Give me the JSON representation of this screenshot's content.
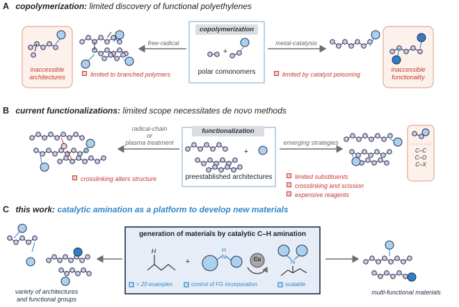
{
  "sectionA": {
    "letter": "A",
    "title": "copolymerization:",
    "subtitle": "limited discovery of functional polyethylenes",
    "center_title": "copolymerization",
    "center_caption": "polar comonomers",
    "plus": "+",
    "left_arrow_label": "free-radical",
    "right_arrow_label": "metal-catalysis",
    "left_box_label": "inaccessible architectures",
    "right_box_label": "inaccessible functionality",
    "left_limitation": "limited to branched polymers",
    "right_limitation": "limited by catalyst poisoning"
  },
  "sectionB": {
    "letter": "B",
    "title": "current functionalizations:",
    "subtitle": "limited scope necessitates de novo methods",
    "center_title": "functionalization",
    "center_caption": "preestablished architectures",
    "plus": "+",
    "left_arrow_label_1": "radical-chain",
    "left_arrow_label_2": "or",
    "left_arrow_label_3": "plasma treatment",
    "right_arrow_label": "emerging strategies",
    "left_limitation": "crosslinking alters structure",
    "right_limitations": [
      "limited substituents",
      "crosslinking and scission",
      "expensive reagents"
    ],
    "bonds": [
      "C–C",
      "C–O",
      "C–X"
    ]
  },
  "sectionC": {
    "letter": "C",
    "title": "this work:",
    "subtitle": "catalytic amination as a platform to develop new materials",
    "center_title": "generation of materials by catalytic C–H amination",
    "h_label": "H",
    "nh_label": "H",
    "n_label": "N",
    "n_label_2": "N",
    "cu_label": "Cu",
    "plus": "+",
    "features": [
      "> 20 examples",
      "control of FG incorporation",
      "scalable"
    ],
    "left_caption_1": "variety of architectures",
    "left_caption_2": "and functional groups",
    "right_caption": "multi-functional materials"
  },
  "colors": {
    "chain_fill": "#c9cde8",
    "chain_stroke": "#2b2b4a",
    "light_blue": "#a9d2ee",
    "dark_blue": "#2f7fc4",
    "accent_red": "#c8372d",
    "panel_blue": "#e6edf6"
  }
}
